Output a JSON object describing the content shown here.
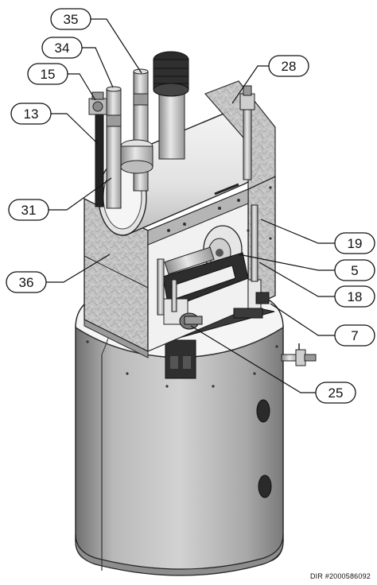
{
  "callouts": [
    {
      "id": "c35",
      "label": "35"
    },
    {
      "id": "c34",
      "label": "34"
    },
    {
      "id": "c15",
      "label": "15"
    },
    {
      "id": "c13",
      "label": "13"
    },
    {
      "id": "c28",
      "label": "28"
    },
    {
      "id": "c31",
      "label": "31"
    },
    {
      "id": "c19",
      "label": "19"
    },
    {
      "id": "c5",
      "label": "5"
    },
    {
      "id": "c36",
      "label": "36"
    },
    {
      "id": "c18",
      "label": "18"
    },
    {
      "id": "c7",
      "label": "7"
    },
    {
      "id": "c25",
      "label": "25"
    }
  ],
  "footer": {
    "dir_number": "DIR #2000586092"
  }
}
